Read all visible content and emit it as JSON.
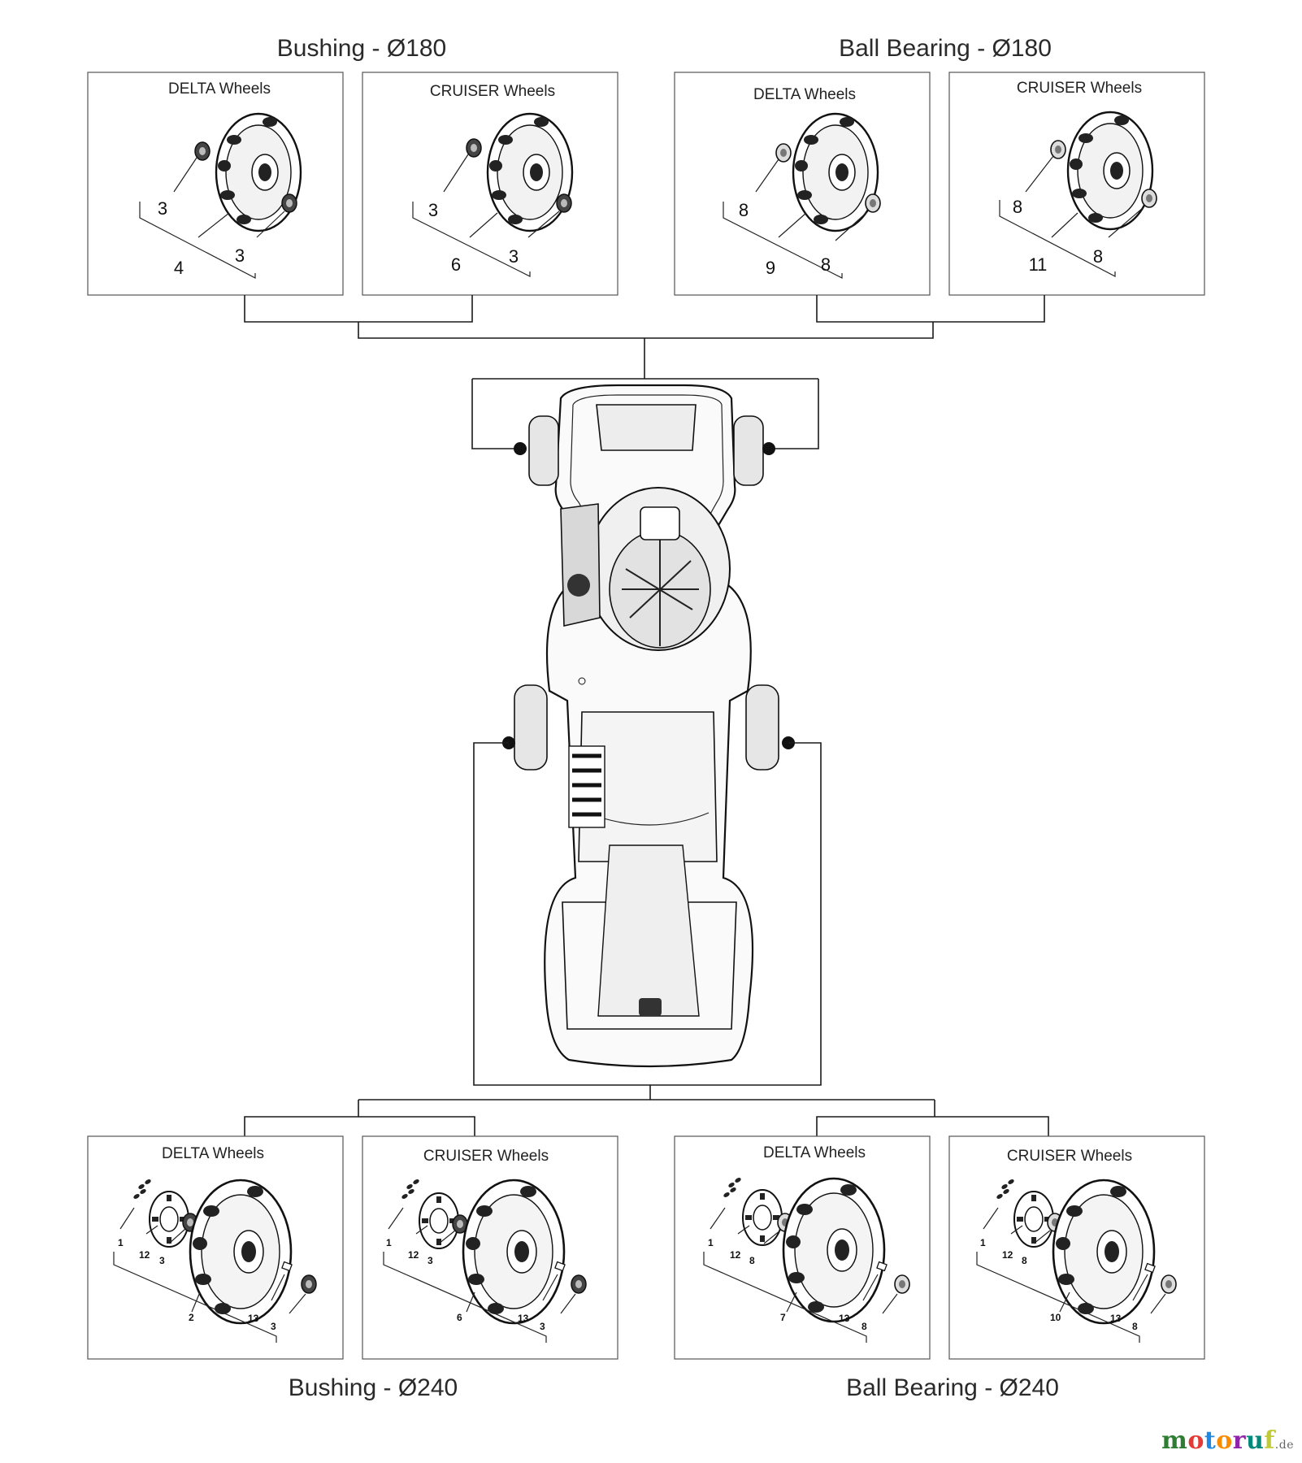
{
  "groups": {
    "top_left": "Bushing - Ø180",
    "top_right": "Ball Bearing - Ø180",
    "bottom_left": "Bushing - Ø240",
    "bottom_right": "Ball Bearing - Ø240"
  },
  "panels": [
    {
      "label": "DELTA Wheels",
      "callouts": [
        "3",
        "3",
        "4"
      ]
    },
    {
      "label": "CRUISER Wheels",
      "callouts": [
        "3",
        "3",
        "6"
      ]
    },
    {
      "label": "DELTA Wheels",
      "callouts": [
        "8",
        "8",
        "9"
      ]
    },
    {
      "label": "CRUISER Wheels",
      "callouts": [
        "8",
        "8",
        "11"
      ]
    },
    {
      "label": "DELTA Wheels",
      "callouts": [
        "1",
        "12",
        "3",
        "2",
        "13",
        "3"
      ]
    },
    {
      "label": "CRUISER Wheels",
      "callouts": [
        "1",
        "12",
        "3",
        "6",
        "13",
        "3"
      ]
    },
    {
      "label": "DELTA Wheels",
      "callouts": [
        "1",
        "12",
        "8",
        "7",
        "13",
        "8"
      ]
    },
    {
      "label": "CRUISER Wheels",
      "callouts": [
        "1",
        "12",
        "8",
        "10",
        "13",
        "8"
      ]
    }
  ],
  "watermark": {
    "main": "motoruf",
    "tld": ".de"
  },
  "colors": {
    "line": "#1a1a1a",
    "wheel_fill": "#e6e6e6",
    "dot": "#111111"
  }
}
